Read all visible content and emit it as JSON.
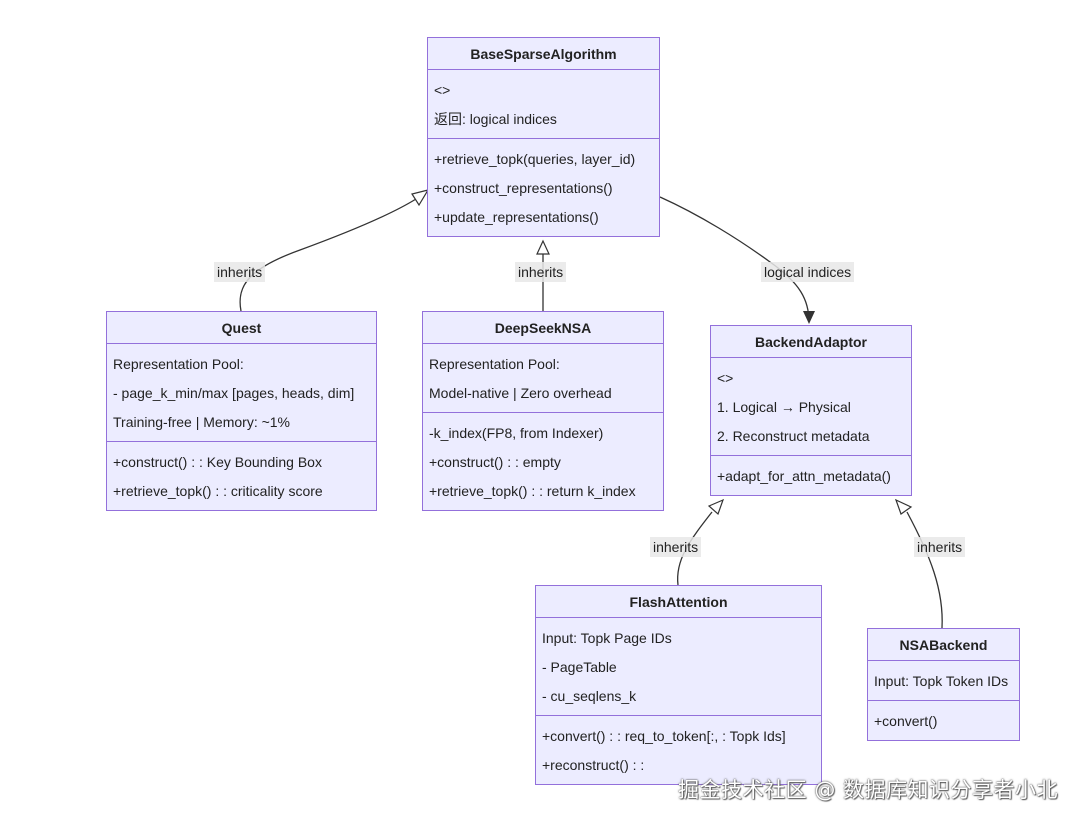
{
  "classes": {
    "base": {
      "title": "BaseSparseAlgorithm",
      "attributes": [
        "<>",
        "返回: logical indices"
      ],
      "methods": [
        "+retrieve_topk(queries, layer_id)",
        "+construct_representations()",
        "+update_representations()"
      ]
    },
    "quest": {
      "title": "Quest",
      "attributes": [
        "Representation Pool:",
        "- page_k_min/max [pages, heads, dim]",
        "Training-free | Memory: ~1%"
      ],
      "methods": [
        "+construct() : : Key Bounding Box",
        "+retrieve_topk() : : criticality score"
      ]
    },
    "deepseek": {
      "title": "DeepSeekNSA",
      "attributes": [
        "Representation Pool:",
        "Model-native | Zero overhead"
      ],
      "methods": [
        "-k_index(FP8, from Indexer)",
        "+construct() : : empty",
        "+retrieve_topk() : : return k_index"
      ]
    },
    "backend": {
      "title": "BackendAdaptor",
      "attributes": [
        "<>",
        "1. Logical → Physical",
        "2. Reconstruct metadata"
      ],
      "methods": [
        "+adapt_for_attn_metadata()"
      ]
    },
    "flash": {
      "title": "FlashAttention",
      "attributes": [
        "Input: Topk Page IDs",
        "- PageTable",
        "- cu_seqlens_k"
      ],
      "methods": [
        "+convert() : : req_to_token[:, : Topk Ids]",
        "+reconstruct() : :"
      ]
    },
    "nsa": {
      "title": "NSABackend",
      "attributes": [
        "Input: Topk Token IDs"
      ],
      "methods": [
        "+convert()"
      ]
    }
  },
  "edges": {
    "quest_base": "inherits",
    "deepseek_base": "inherits",
    "base_backend": "logical indices",
    "flash_backend": "inherits",
    "nsa_backend": "inherits"
  },
  "watermark": "掘金技术社区 @ 数据库知识分享者小北",
  "colors": {
    "fill": "#ECECFF",
    "stroke": "#9370DB",
    "line": "#333333"
  }
}
